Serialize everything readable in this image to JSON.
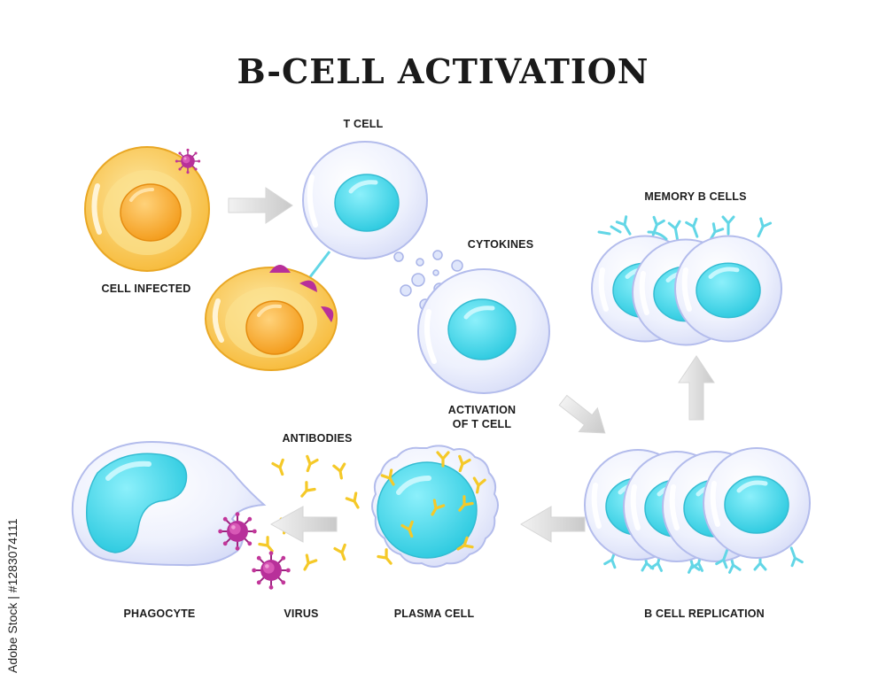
{
  "title": "B-CELL ACTIVATION",
  "labels": {
    "t_cell": "T CELL",
    "cell_infected": "CELL INFECTED",
    "cytokines": "CYTOKINES",
    "memory_b_cells": "MEMORY B CELLS",
    "activation_line1": "ACTIVATION",
    "activation_line2": "OF T CELL",
    "antibodies": "ANTIBODIES",
    "phagocyte": "PHAGOCYTE",
    "virus": "VIRUS",
    "plasma_cell": "PLASMA CELL",
    "b_cell_replication": "B CELL REPLICATION"
  },
  "watermark": "Adobe Stock | #1283074111",
  "colors": {
    "infected_outer": "#f9c042",
    "infected_inner": "#fbe08e",
    "infected_nucleus": "#f4a020",
    "virus": "#b02c8e",
    "cell_membrane": "#e8ecfb",
    "cell_outline": "#b9c1ee",
    "nucleus": "#45d8ec",
    "antibody": "#f5c928",
    "receptor": "#62d6e6",
    "arrow": "#cfcfcf"
  }
}
